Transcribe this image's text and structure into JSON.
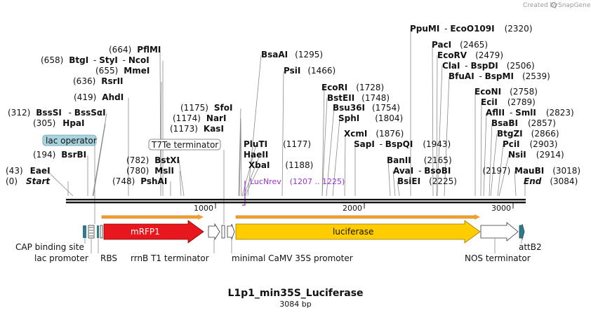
{
  "credit": {
    "text": "Created by",
    "brand": "SnapGene"
  },
  "plasmid": {
    "name": "L1p1_min35S_Luciferase",
    "size_label": "3084 bp"
  },
  "colors": {
    "mrfp": "#e8161d",
    "luciferase": "#ffcc00",
    "open": "#ffffff",
    "teal": "#2f7b8a",
    "primer": "#9932cc",
    "callout_bg": "#a8d4e0"
  },
  "ruler": {
    "ticks": [
      "1000",
      "2000",
      "3000"
    ]
  },
  "sites": [
    {
      "pos": "(43)",
      "name": "EaeI"
    },
    {
      "pos": "(0)",
      "name": "Start"
    },
    {
      "pos": "(194)",
      "name": "BsrBI"
    },
    {
      "pos": "(305)",
      "name": "HpaI"
    },
    {
      "pos": "(312)",
      "name": "BssSI",
      "alt": "BssSαI"
    },
    {
      "pos": "(419)",
      "name": "AhdI"
    },
    {
      "pos": "(636)",
      "name": "RsrII"
    },
    {
      "pos": "(655)",
      "name": "MmeI"
    },
    {
      "pos": "(658)",
      "name": "BtgI",
      "alt": "StyI",
      "alt2": "NcoI"
    },
    {
      "pos": "(664)",
      "name": "PflMI"
    },
    {
      "pos": "(748)",
      "name": "PshAI"
    },
    {
      "pos": "(780)",
      "name": "MslI"
    },
    {
      "pos": "(782)",
      "name": "BstXI"
    },
    {
      "pos": "(1173)",
      "name": "KasI"
    },
    {
      "pos": "(1174)",
      "name": "NarI"
    },
    {
      "pos": "(1175)",
      "name": "SfoI"
    },
    {
      "pos": "(1177)",
      "name": "PluTI"
    },
    {
      "pos": "(1188)",
      "name": "XbaI"
    },
    {
      "pos": "HaeII"
    },
    {
      "pos": "(1295)",
      "name": "BsaAI"
    },
    {
      "pos": "(1466)",
      "name": "PsiI"
    },
    {
      "pos": "(1728)",
      "name": "EcoRI"
    },
    {
      "pos": "(1748)",
      "name": "BstEII"
    },
    {
      "pos": "(1754)",
      "name": "Bsu36I"
    },
    {
      "pos": "(1804)",
      "name": "SphI"
    },
    {
      "pos": "(1876)",
      "name": "XcmI"
    },
    {
      "pos": "(1943)",
      "name": "SapI",
      "alt": "BspQI"
    },
    {
      "pos": "(2165)",
      "name": "BanII"
    },
    {
      "pos": "(2197)",
      "name": "AvaI",
      "alt": "BsoBI"
    },
    {
      "pos": "(2225)",
      "name": "BsiEI"
    },
    {
      "pos": "(2320)",
      "name": "PpuMI",
      "alt": "EcoO109I"
    },
    {
      "pos": "(2465)",
      "name": "PacI"
    },
    {
      "pos": "(2479)",
      "name": "EcoRV"
    },
    {
      "pos": "(2506)",
      "name": "ClaI",
      "alt": "BspDI"
    },
    {
      "pos": "(2539)",
      "name": "BfuAI",
      "alt": "BspMI"
    },
    {
      "pos": "(2758)",
      "name": "EcoNI"
    },
    {
      "pos": "(2789)",
      "name": "EciI"
    },
    {
      "pos": "(2823)",
      "name": "AflII",
      "alt": "SmlI"
    },
    {
      "pos": "(2857)",
      "name": "BsaBI"
    },
    {
      "pos": "(2866)",
      "name": "BtgZI"
    },
    {
      "pos": "(2903)",
      "name": "PciI"
    },
    {
      "pos": "(2914)",
      "name": "NsiI"
    },
    {
      "pos": "(3018)",
      "name": "MauBI"
    },
    {
      "pos": "(3084)",
      "name": "End"
    }
  ],
  "primer": {
    "name": "LucNrev",
    "range": "(1207 .. 1225)"
  },
  "callouts": {
    "lac_operator": "lac operator",
    "t7te": "T7Te terminator"
  },
  "features": {
    "mrfp": "mRFP1",
    "luciferase": "luciferase",
    "cap": "CAP binding site",
    "lac_promoter": "lac promoter",
    "rbs": "RBS",
    "rrnb": "rrnB T1 terminator",
    "min35s": "minimal CaMV 35S promoter",
    "nos": "NOS terminator",
    "attb2": "attB2"
  }
}
